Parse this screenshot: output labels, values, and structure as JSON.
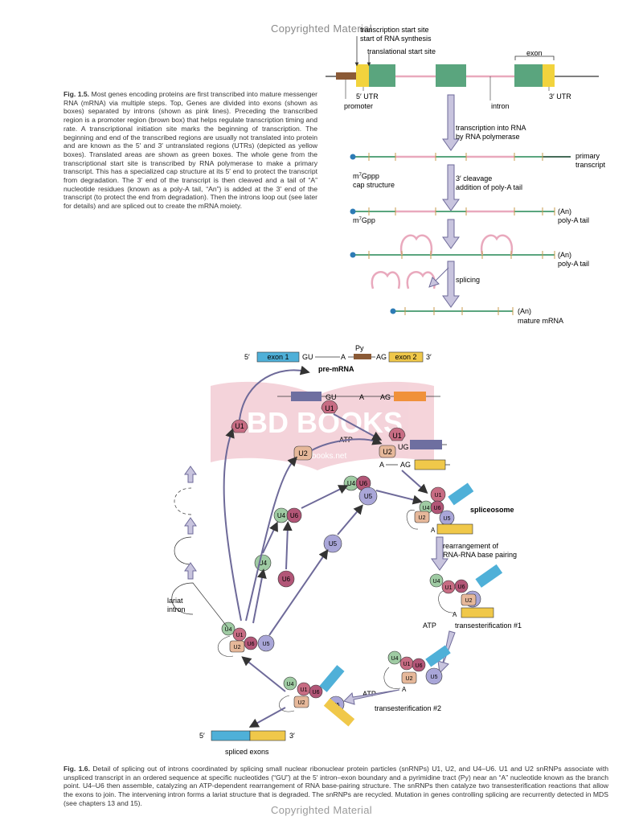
{
  "watermarks": {
    "top": "Copyrighted Material",
    "bottom": "Copyrighted Material",
    "logo": "BD BOOKS",
    "logo_sub": "bdbooks.net"
  },
  "fig15": {
    "caption_label": "Fig. 1.5.",
    "caption_text": "Most genes encoding proteins are first transcribed into mature messenger RNA (mRNA) via multiple steps. Top, Genes are divided into exons (shown as boxes) separated by introns (shown as pink lines). Preceding the transcribed region is a promoter region (brown box) that helps regulate transcription timing and rate. A transcriptional initiation site marks the beginning of transcription. The beginning and end of the transcribed regions are usually not translated into protein and are known as the 5′ and 3′ untranslated regions (UTRs) (depicted as yellow boxes). Translated areas are shown as green boxes. The whole gene from the transcriptional start site is transcribed by RNA polymerase to make a primary transcript. This has a specialized cap structure at its 5′ end to protect the transcript from degradation. The 3′ end of the transcript is then cleaved and a tail of “A” nucleotide residues (known as a poly-A tail, “An”) is added at the 3′ end of the transcript (to protect the end from degradation). Then the introns loop out (see later for details) and are spliced out to create the mRNA moiety.",
    "labels": {
      "tss1": "transcription start site",
      "tss2": "start of RNA synthesis",
      "tls": "translational start site",
      "exon": "exon",
      "utr5": "5′ UTR",
      "utr3": "3′ UTR",
      "promoter": "promoter",
      "intron": "intron",
      "step1a": "transcription into RNA",
      "step1b": "by RNA polymerase",
      "primary1": "primary",
      "primary2": "transcript",
      "cap1": "cap structure",
      "step2a": "3′ cleavage",
      "step2b": "addition of poly-A tail",
      "an1": "(An)",
      "polya1": "poly-A tail",
      "an2": "(An)",
      "polya2": "poly-A tail",
      "splicing": "splicing",
      "an3": "(An)",
      "mature": "mature mRNA"
    }
  },
  "fig16": {
    "caption_label": "Fig. 1.6.",
    "caption_text": "Detail of splicing out of introns coordinated by splicing small nuclear ribonuclear protein particles (snRNPs) U1, U2, and U4–U6. U1 and U2 snRNPs associate with unspliced transcript in an ordered sequence at specific nucleotides (“GU”) at the 5′ intron–exon boundary and a pyrimidine tract (Py) near an “A” nucleotide known as the branch point. U4–U6 then assemble, catalyzing an ATP-dependent rearrangement of RNA base-pairing structure. The snRNPs then catalyze two transesterification reactions that allow the exons to join. The intervening intron forms a lariat structure that is degraded. The snRNPs are recycled. Mutation in genes controlling splicing are recurrently detected in MDS (see chapters 13 and 15).",
    "labels": {
      "p5": "5′",
      "exon1": "exon 1",
      "gu": "GU",
      "a": "A",
      "py": "Py",
      "ag": "AG",
      "exon2": "exon 2",
      "p3": "3′",
      "premrna": "pre-mRNA",
      "u1": "U1",
      "u2": "U2",
      "u4": "U4",
      "u5": "U5",
      "u6": "U6",
      "ug": "UG",
      "atp": "ATP",
      "spliceosome": "spliceosome",
      "rearr1": "rearrangement of",
      "rearr2": "RNA-RNA base pairing",
      "trans1": "transesterification #1",
      "trans2": "transesterification #2",
      "lariat1": "lariat",
      "lariat2": "intron",
      "spliced": "spliced exons"
    }
  },
  "colors": {
    "exon_green": "#5aa57e",
    "utr_yellow": "#f2d33d",
    "promoter_brown": "#8b5a36",
    "intron_pink": "#e9a9bd",
    "cap_blue": "#2d7bb5",
    "arrow_fill": "#c8c4de",
    "arrow_stroke": "#6e6a99",
    "u1": "#c76c83",
    "u2": "#e6b89a",
    "u4": "#9fcba3",
    "u5": "#a9a6d8",
    "u6": "#b25677",
    "exon1_blue": "#4fb0d8",
    "exon2_gold": "#f0c84a",
    "py_brown": "#8b5a36"
  }
}
